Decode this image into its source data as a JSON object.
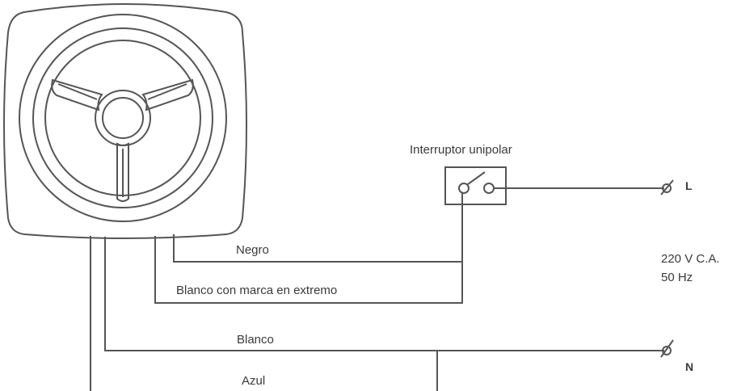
{
  "labels": {
    "switch": "Interruptor unipolar",
    "negro": "Negro",
    "blanco_marca": "Blanco con marca en extremo",
    "blanco": "Blanco",
    "azul": "Azul",
    "voltage": "220 V C.A.",
    "frequency": "50 Hz",
    "line": "L",
    "neutral": "N"
  },
  "colors": {
    "stroke": "#555555",
    "text": "#3a3a3a"
  }
}
